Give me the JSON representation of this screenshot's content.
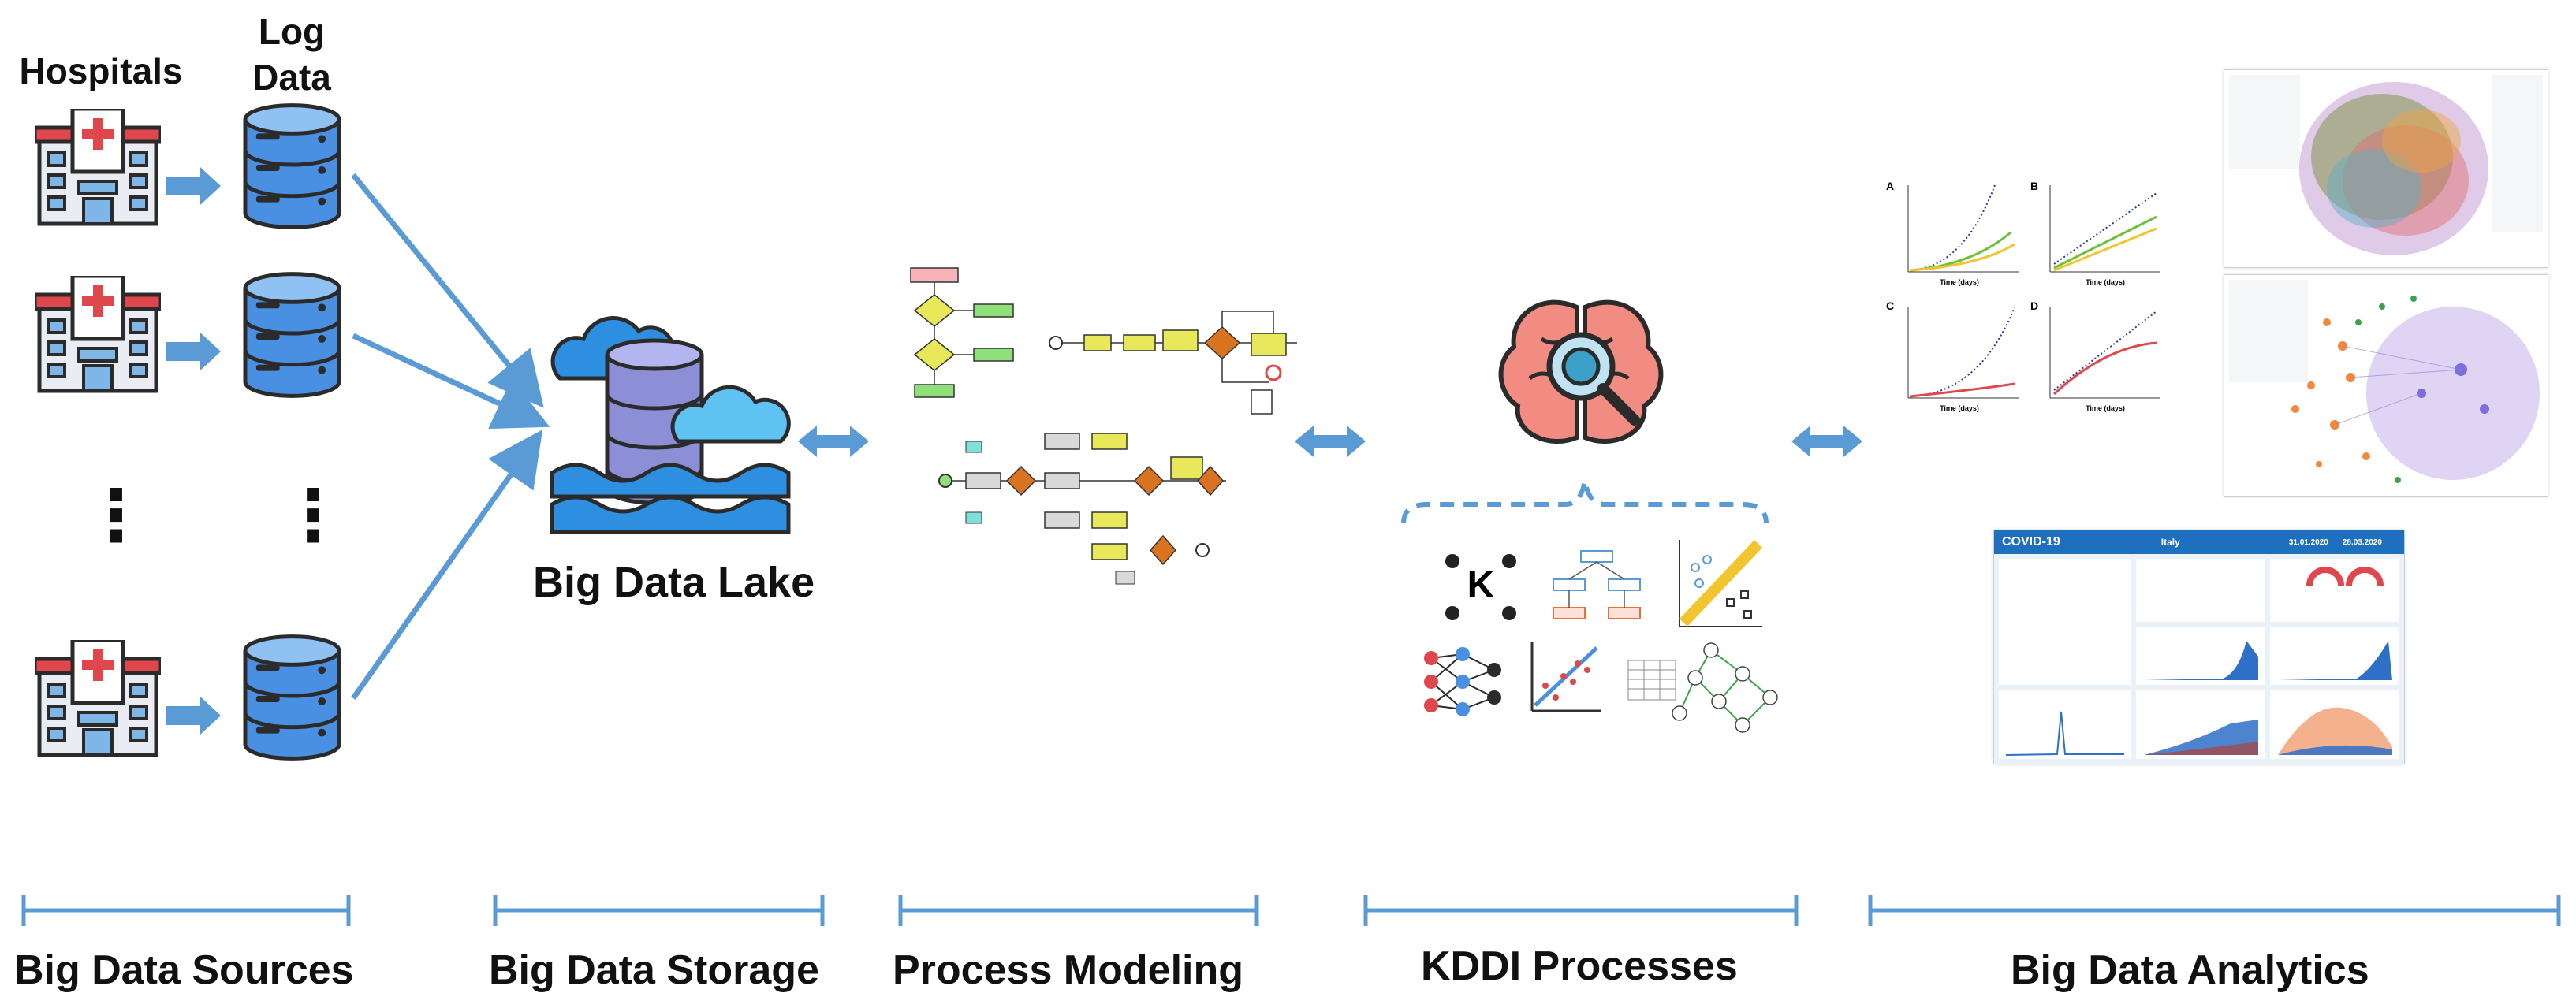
{
  "sources": {
    "hospitals_label": "Hospitals",
    "log_data_label": "Log\nData",
    "ellipsis": "⋮"
  },
  "lake": {
    "label": "Big Data Lake"
  },
  "stages": {
    "sources": "Big Data Sources",
    "storage": "Big Data Storage",
    "process": "Process Modeling",
    "kddi": "KDDI Processes",
    "analytics": "Big Data Analytics"
  },
  "analytics": {
    "chart_letters": [
      "A",
      "B",
      "C",
      "D"
    ],
    "x_axis_label": "Time (days)",
    "dashboard": {
      "title": "COVID-19",
      "country": "Italy",
      "date_from": "31.01.2020",
      "date_to": "28.03.2020"
    }
  },
  "kddi": {
    "kmeans_letter": "K"
  },
  "colors": {
    "arrow": "#5b9bd5",
    "hospital_red": "#e0474c",
    "database_blue": "#4a90e2",
    "brain_pink": "#f28b82",
    "dashboard_header": "#1f6fbf",
    "bracket": "#5b9bd5"
  }
}
